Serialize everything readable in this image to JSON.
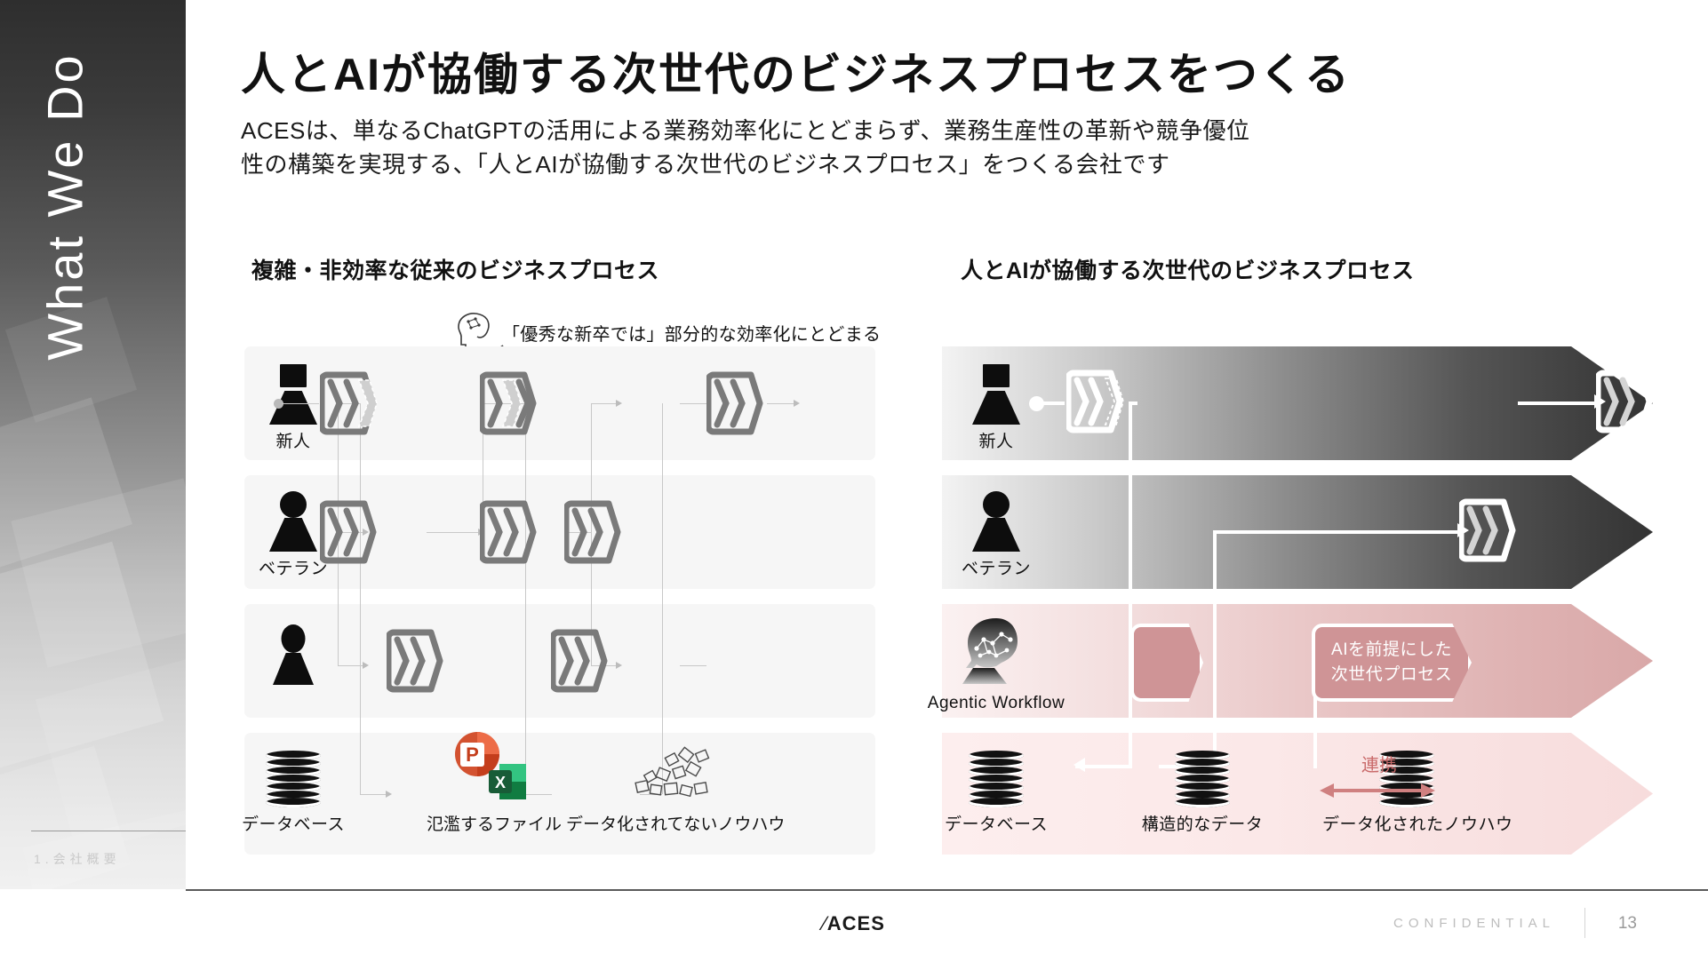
{
  "sidebar": {
    "title": "What We Do",
    "footer_label": "1.会社概要"
  },
  "header": {
    "title": "人とAIが協働する次世代のビジネスプロセスをつくる",
    "subtitle_line1": "ACESは、単なるChatGPTの活用による業務効率化にとどまらず、業務生産性の革新や競争優位",
    "subtitle_line2": "性の構築を実現する、「人とAIが協働する次世代のビジネスプロセス」をつくる会社です"
  },
  "left_panel": {
    "heading": "複雑・非効率な従来のビジネスプロセス",
    "annotation": "「優秀な新卒では」部分的な効率化にとどまる",
    "rows": [
      {
        "actor": "新人",
        "icon": "person-square-head-icon"
      },
      {
        "actor": "ベテラン",
        "icon": "person-round-head-icon"
      },
      {
        "actor": "",
        "icon": "person-oval-head-icon"
      },
      {
        "actor": "データベース",
        "icon": "database-icon"
      }
    ],
    "file_labels": {
      "files": "氾濫するファイル",
      "knowhow": "データ化されてないノウハウ"
    },
    "office_icons": {
      "powerpoint": "P",
      "excel": "X"
    }
  },
  "right_panel": {
    "heading": "人とAIが協働する次世代のビジネスプロセス",
    "rows": [
      {
        "actor": "新人",
        "icon": "person-square-head-icon"
      },
      {
        "actor": "ベテラン",
        "icon": "person-round-head-icon"
      },
      {
        "actor": "Agentic Workflow",
        "icon": "ai-head-icon"
      },
      {
        "actor": "データベース",
        "icon": "database-icon"
      }
    ],
    "ai_box_line1": "AIを前提にした",
    "ai_box_line2": "次世代プロセス",
    "data_labels": {
      "structured": "構造的なデータ",
      "knowhow": "データ化されたノウハウ"
    },
    "renkei_label": "連携"
  },
  "footer": {
    "logo": "ACES",
    "confidential": "CONFIDENTIAL",
    "page_number": "13"
  },
  "colors": {
    "accent_pink": "#cf9496",
    "renkei_red": "#c96a6a",
    "process_gray": "#7a7a7a",
    "dark": "#1a1a1a"
  }
}
